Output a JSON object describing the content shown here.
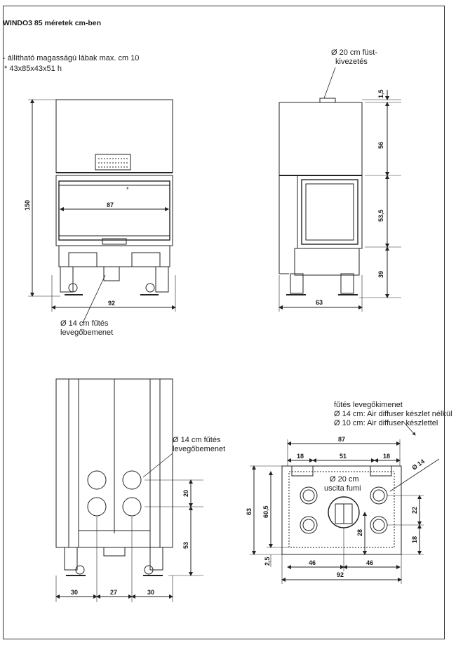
{
  "header": {
    "title": "WINDO3 85 méretek cm-ben",
    "note1": "- állítható magasságú lábak max. cm 10",
    "note2": "* 43x85x43x51 h"
  },
  "front_view": {
    "star": "*",
    "d_inner_width": "87",
    "d_height": "150",
    "d_width": "92",
    "inlet_label_1": "Ø 14 cm fűtés",
    "inlet_label_2": "levegőbemenet"
  },
  "side_view": {
    "flue_label_1": "Ø 20 cm füst-",
    "flue_label_2": "kivezetés",
    "d_top": "1,5",
    "d_upper": "56",
    "d_mid": "53,5",
    "d_bottom": "39",
    "d_depth": "63"
  },
  "rear_view": {
    "inlet_label_1": "Ø 14 cm fűtés",
    "inlet_label_2": "levegőbemenet",
    "d_spacing": "20",
    "d_bottom": "53",
    "d_left": "30",
    "d_center": "27",
    "d_right": "30"
  },
  "top_view": {
    "outlet_label_1": "fűtés levegőkimenet",
    "outlet_label_2": "Ø 14 cm: Air diffuser készlet nélkül",
    "outlet_label_3": "Ø 10 cm: Air diffuser készlettel",
    "d_inner_width": "87",
    "d_18_left": "18",
    "d_51": "51",
    "d_18_right": "18",
    "d_diameter": "Ø 14",
    "flue_1": "Ø 20 cm",
    "flue_2": "uscita fumi",
    "d_63": "63",
    "d_60_5": "60,5",
    "d_28": "28",
    "d_22": "22",
    "d_18_v": "18",
    "d_2_5": "2,5",
    "d_46_left": "46",
    "d_46_right": "46",
    "d_92": "92"
  }
}
